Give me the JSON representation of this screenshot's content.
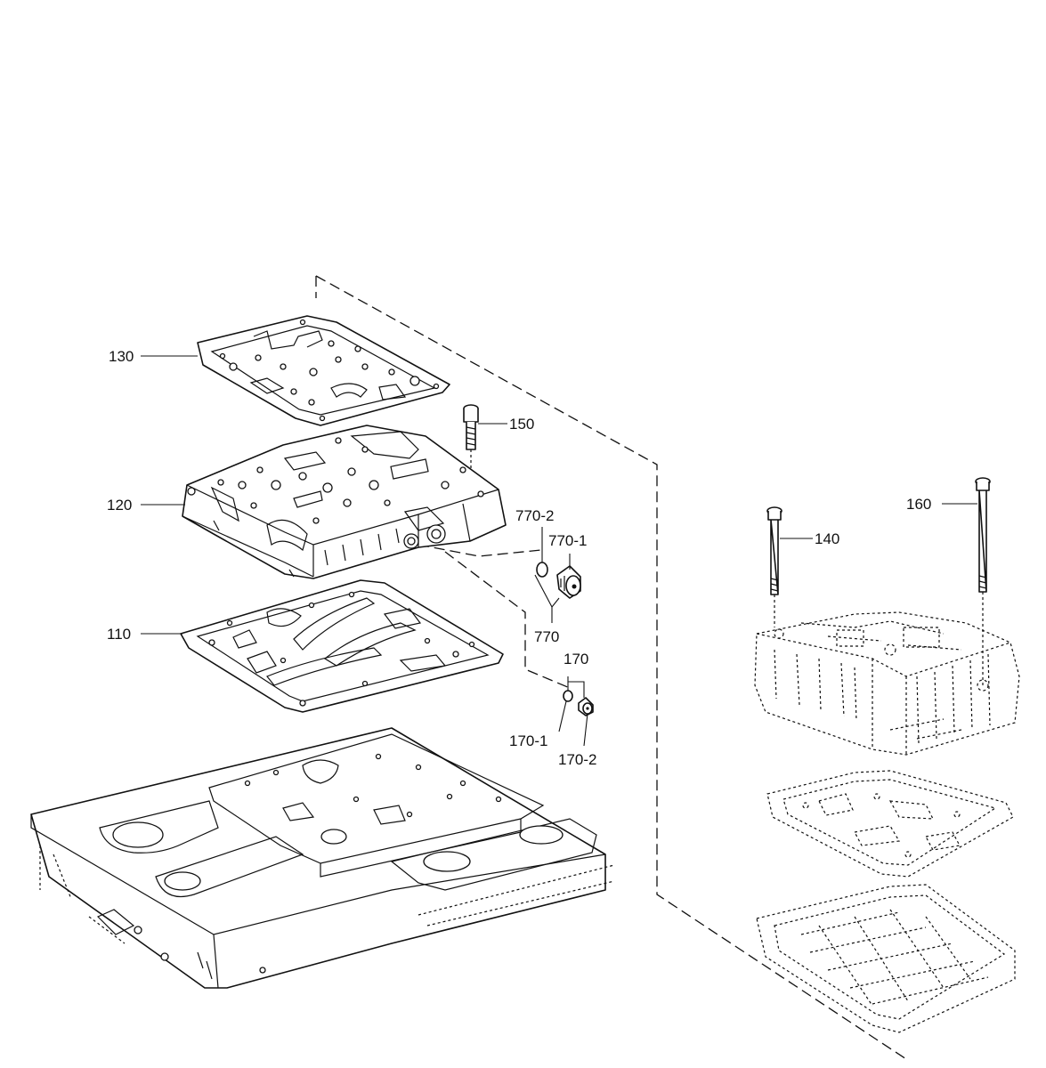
{
  "callouts": {
    "c110": "110",
    "c120": "120",
    "c130": "130",
    "c140": "140",
    "c150": "150",
    "c160": "160",
    "c170": "170",
    "c170_1": "170-1",
    "c170_2": "170-2",
    "c770": "770",
    "c770_1": "770-1",
    "c770_2": "770-2"
  },
  "colors": {
    "ink": "#111111",
    "paper": "#ffffff"
  }
}
